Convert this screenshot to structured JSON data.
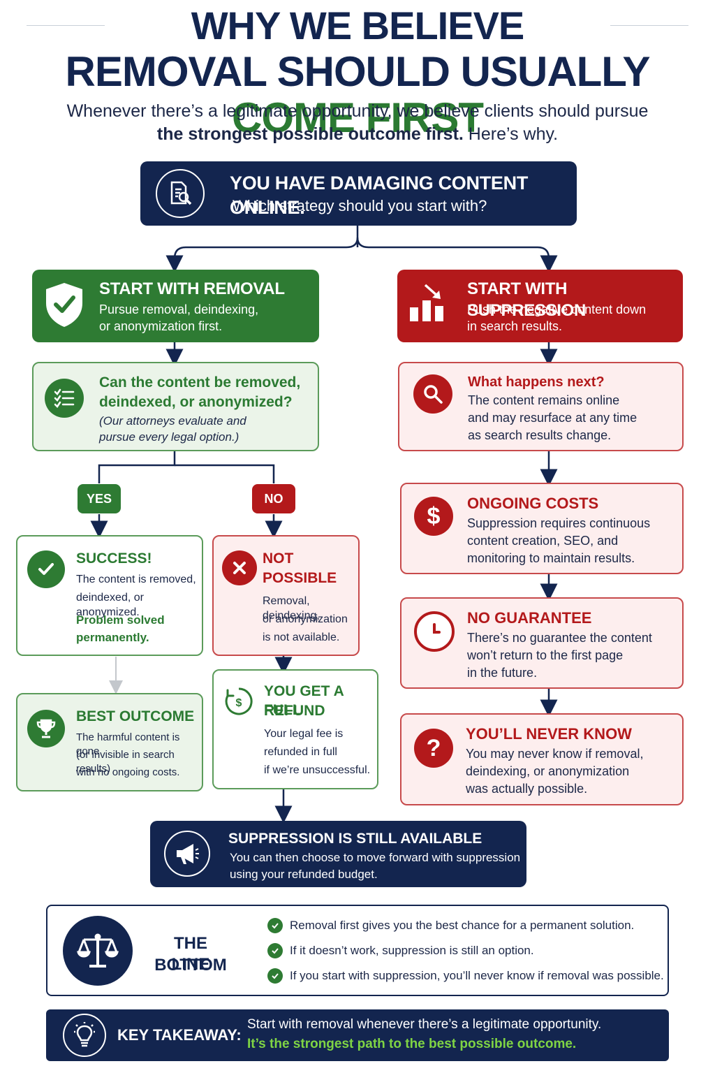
{
  "header": {
    "title_line1": "WHY WE BELIEVE",
    "title_line2_navy": "REMOVAL SHOULD USUALLY ",
    "title_line2_green": "COME FIRST",
    "subtitle_line1": "Whenever there’s a legitimate opportunity, we believe clients should pursue",
    "subtitle_bold": "the strongest possible outcome first.",
    "subtitle_tail": " Here’s why."
  },
  "top_box": {
    "icon": "document-search-icon",
    "title": "YOU HAVE DAMAGING CONTENT ONLINE.",
    "text": "Which strategy should you start with?"
  },
  "left": {
    "start": {
      "icon": "shield-check-icon",
      "title": "START WITH REMOVAL",
      "line1": "Pursue removal, deindexing,",
      "line2": "or anonymization first."
    },
    "question": {
      "icon": "checklist-icon",
      "title_line1": "Can the content be removed,",
      "title_line2": "deindexed, or anonymized?",
      "note_line1": "(Our attorneys evaluate and",
      "note_line2": "pursue every legal option.)"
    },
    "yes_label": "YES",
    "no_label": "NO",
    "success": {
      "icon": "check-circle-icon",
      "title": "SUCCESS!",
      "line1": "The content is removed,",
      "line2": "deindexed, or anonymized.",
      "strong1": "Problem solved",
      "strong2": "permanently."
    },
    "not_possible": {
      "icon": "x-circle-icon",
      "title1": "NOT",
      "title2": "POSSIBLE",
      "line1": "Removal, deindexing,",
      "line2": "or anonymization",
      "line3": "is not available."
    },
    "best": {
      "icon": "trophy-icon",
      "title": "BEST OUTCOME",
      "line1": "The harmful content is gone",
      "line2": "(or invisible in search results)",
      "line3": "with no ongoing costs."
    },
    "refund": {
      "icon": "refund-icon",
      "title1": "YOU GET A FULL",
      "title2": "REFUND",
      "line1": "Your legal fee is",
      "line2": "refunded in full",
      "line3": "if we’re unsuccessful."
    }
  },
  "right": {
    "start": {
      "icon": "bar-chart-down-icon",
      "title": "START WITH SUPPRESSION",
      "line1": "Push the negative content down",
      "line2": "in search results."
    },
    "next": {
      "icon": "magnifier-icon",
      "title": "What happens next?",
      "line1": "The content remains online",
      "line2": "and may resurface at any time",
      "line3": "as search results change."
    },
    "costs": {
      "icon": "dollar-icon",
      "title": "ONGOING COSTS",
      "line1": "Suppression requires continuous",
      "line2": "content creation, SEO, and",
      "line3": "monitoring to maintain results."
    },
    "guarantee": {
      "icon": "clock-icon",
      "title": "NO GUARANTEE",
      "line1": "There’s no guarantee the content",
      "line2": "won’t return to the first page",
      "line3": "in the future."
    },
    "never": {
      "icon": "question-icon",
      "title": "YOU’LL NEVER KNOW",
      "line1": "You may never know if removal,",
      "line2": "deindexing, or anonymization",
      "line3": "was actually possible."
    }
  },
  "suppression_box": {
    "icon": "megaphone-icon",
    "title": "SUPPRESSION IS STILL AVAILABLE",
    "line1": "You can then choose to move forward with suppression",
    "line2": "using your refunded budget."
  },
  "bottom_line": {
    "icon": "scales-icon",
    "title1": "THE BOTTOM",
    "title2": "LINE",
    "items": [
      "Removal first gives you the best chance for a permanent solution.",
      "If it doesn’t work, suppression is still an option.",
      "If you start with suppression, you’ll never know if removal was possible."
    ]
  },
  "takeaway": {
    "icon": "lightbulb-icon",
    "label": "KEY TAKEAWAY:",
    "line1": "Start with removal whenever there’s a legitimate opportunity.",
    "line2": "It’s the strongest path to the best possible outcome."
  },
  "colors": {
    "navy": "#13254f",
    "green": "#2e7b33",
    "red": "#b3191b",
    "light_green": "#ebf4e9",
    "light_red": "#fdeeee",
    "accent_green": "#7fd444"
  }
}
